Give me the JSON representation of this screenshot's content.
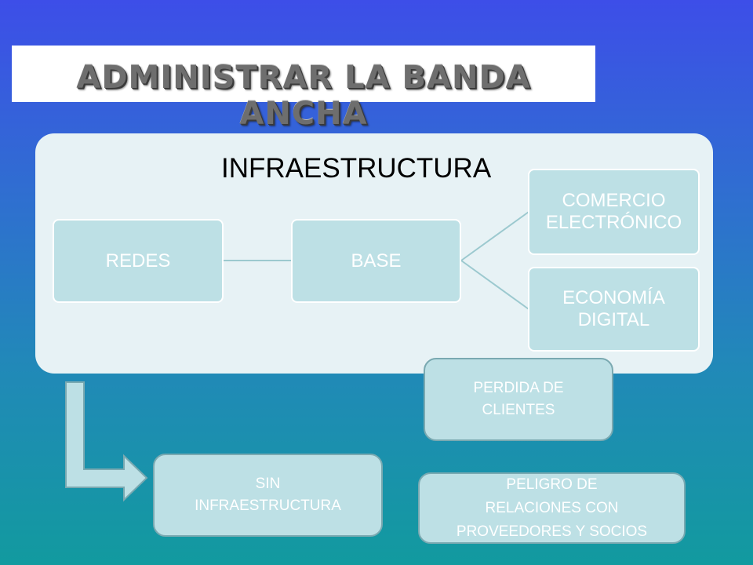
{
  "title": "ADMINISTRAR LA BANDA ANCHA",
  "panel": {
    "title": "INFRAESTRUCTURA",
    "nodes": {
      "redes": "REDES",
      "base": "BASE",
      "comercio": "COMERCIO ELECTRÓNICO",
      "economia": "ECONOMÍA DIGITAL"
    }
  },
  "notes": {
    "sin_infraestructura": "SIN\nINFRAESTRUCTURA",
    "perdida_clientes": "PERDIDA DE\nCLIENTES",
    "peligro_relaciones": "PELIGRO  DE\nRELACIONES CON\nPROVEEDORES Y SOCIOS"
  },
  "colors": {
    "node_fill": "#bde0e5",
    "panel_fill": "#e7f2f5",
    "connector": "#9cc9cf"
  }
}
